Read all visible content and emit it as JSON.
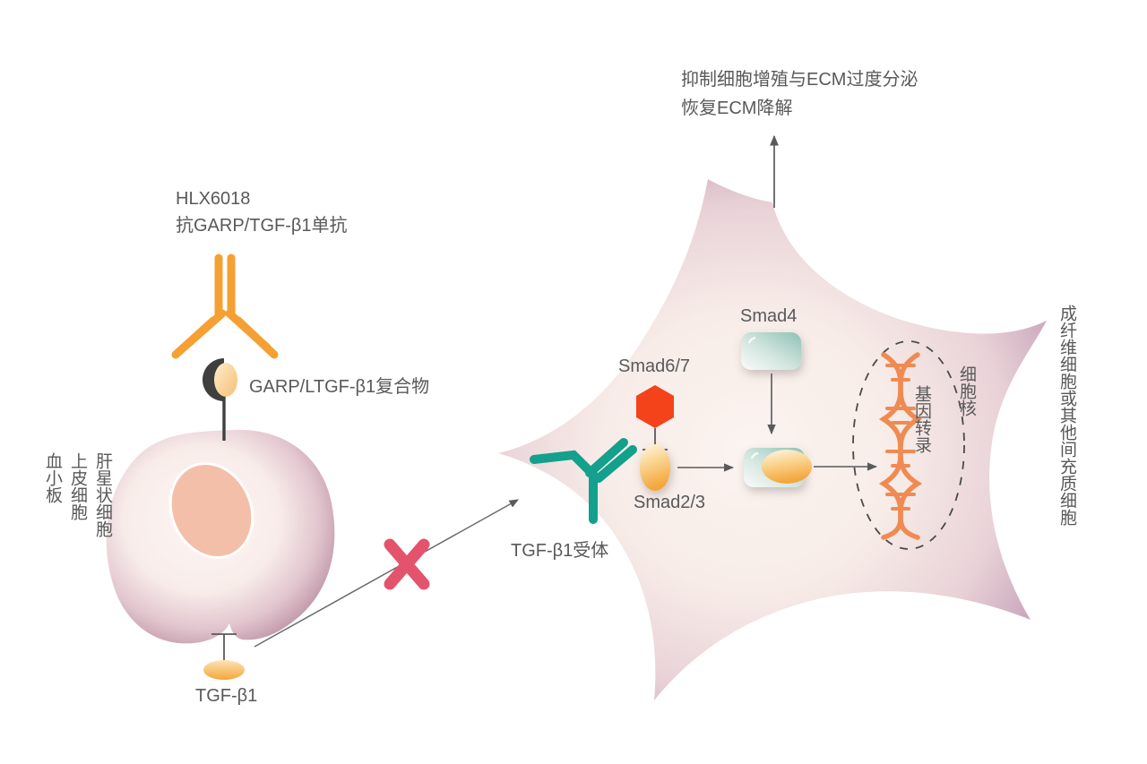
{
  "diagram": {
    "title_text_top": "抑制细胞增殖与ECM过度分泌",
    "title_text_top2": "恢复ECM降解",
    "antibody": {
      "name_line1": "HLX6018",
      "name_line2": "抗GARP/TGF-β1单抗",
      "color": "#f5a033"
    },
    "garp_complex_label": "GARP/LTGF-β1复合物",
    "source_cells": {
      "label1": "肝星状细胞",
      "label2": "上皮细胞",
      "label3": "血小板"
    },
    "ligand_label": "TGF-β1",
    "receptor_label": "TGF-β1受体",
    "receptor_color": "#13a08c",
    "blocked_marker": "X",
    "blocked_marker_color": "#e4536c",
    "smad67_label": "Smad6/7",
    "smad67_color": "#f4421a",
    "smad23_label": "Smad2/3",
    "smad23_color": "#f5b041",
    "smad4_label": "Smad4",
    "smad4_color": "#8fc4b8",
    "nucleus_label": "细胞核",
    "transcription_label": "基因转录",
    "dna_color": "#ef8b52",
    "target_cell_label": "成纤维细胞或其他间充质细胞",
    "cell_membrane_color": "#c9a3b0",
    "cell_cytoplasm_color": "#faf2ee",
    "source_nucleus_color": "#f4bfa8",
    "garp_color": "#444444",
    "arrow_color": "#5a5a5a"
  }
}
